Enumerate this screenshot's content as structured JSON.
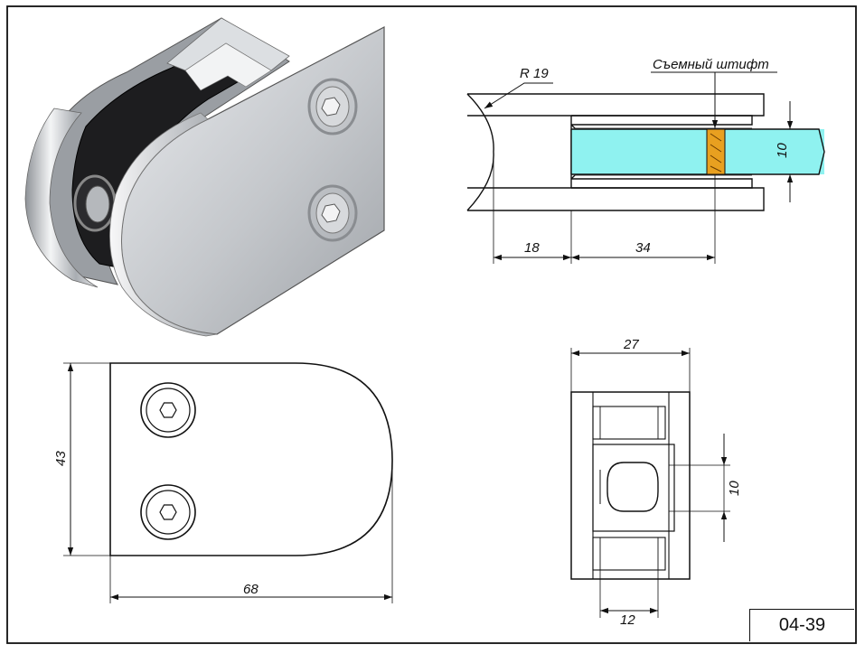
{
  "drawing": {
    "code": "04-39",
    "callouts": {
      "radius": "R 19",
      "removable_pin": "Съемный штифт"
    },
    "dimensions": {
      "section_offset": "18",
      "section_depth": "34",
      "section_glass": "10",
      "front_width": "68",
      "front_height": "43",
      "side_width": "27",
      "side_slot": "10",
      "side_bottom": "12"
    },
    "colors": {
      "glass": "#8ff2f0",
      "pin": "#e8a020",
      "line": "#111111",
      "metal": "#c9ccd0"
    }
  }
}
